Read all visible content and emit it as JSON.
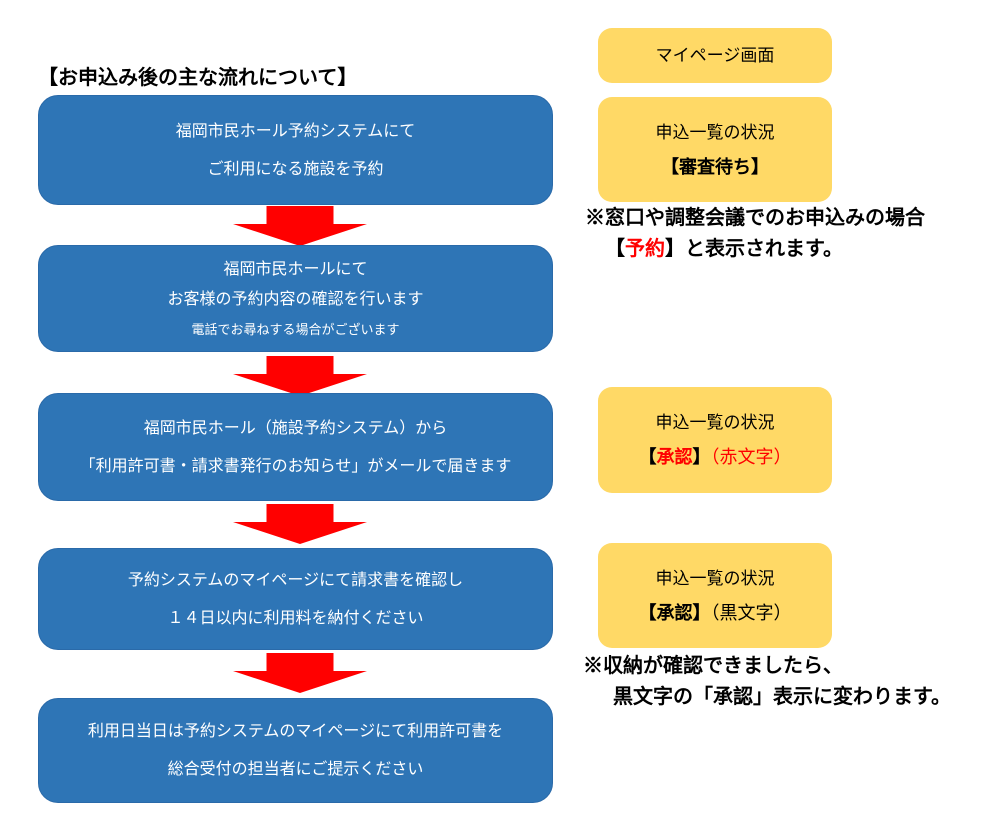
{
  "title": "【お申込み後の主な流れについて】",
  "colors": {
    "step_box_blue": "#2e75b6",
    "status_box_yellow": "#ffd966",
    "arrow_red": "#ff0000",
    "highlight_red_text": "#ff0000",
    "step_text_white": "#ffffff",
    "body_text_black": "#000000"
  },
  "flow_steps": [
    {
      "line1": "福岡市民ホール予約システムにて",
      "line2": "ご利用になる施設を予約"
    },
    {
      "line1": "福岡市民ホールにて",
      "line2": "お客様の予約内容の確認を行います",
      "line3_small": "電話でお尋ねする場合がございます"
    },
    {
      "line1": "福岡市民ホール（施設予約システム）から",
      "line2": "「利用許可書・請求書発行のお知らせ」がメールで届きます"
    },
    {
      "line1": "予約システムのマイページにて請求書を確認し",
      "line2": "１４日以内に利用料を納付ください"
    },
    {
      "line1": "利用日当日は予約システムのマイページにて利用許可書を",
      "line2": "総合受付の担当者にご提示ください"
    }
  ],
  "status_panel": {
    "mypage_label": "マイページ画面",
    "pending": {
      "line1": "申込一覧の状況",
      "status": "【審査待ち】"
    },
    "approved_red": {
      "line1": "申込一覧の状況",
      "bracket_open": "【",
      "word": "承認",
      "bracket_close": "】",
      "suffix": "（赤文字）"
    },
    "approved_black": {
      "line1": "申込一覧の状況",
      "bracket_open": "【",
      "word": "承認",
      "bracket_close": "】",
      "suffix": "（黒文字）"
    },
    "note_window": {
      "line1": "※窓口や調整会議でのお申込みの場合",
      "l2_open": "【",
      "l2_word": "予約",
      "l2_close": "】",
      "l2_rest": "と表示されます。"
    },
    "note_payment": {
      "line1": "※収納が確認できましたら、",
      "line2": "黒文字の「承認」表示に変わります。"
    }
  }
}
